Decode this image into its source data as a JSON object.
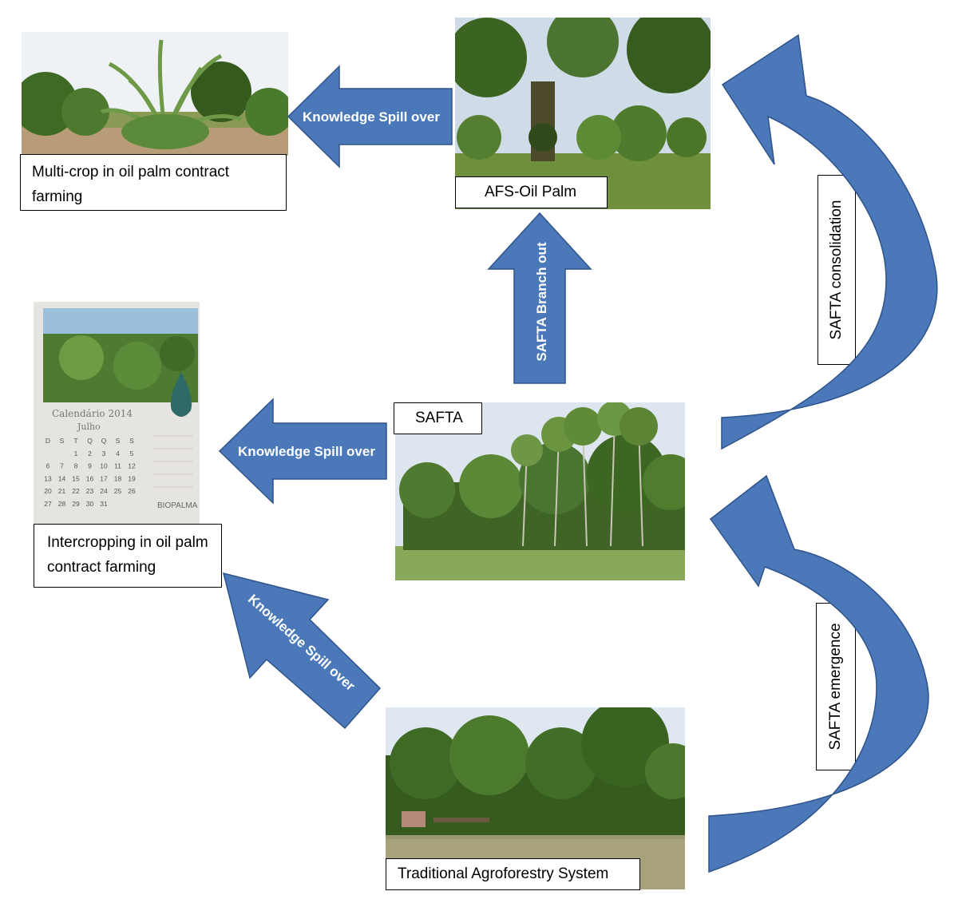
{
  "nodes": {
    "multicrop": {
      "caption": "Multi-crop in oil palm contract farming"
    },
    "afs_oil_palm": {
      "caption": "AFS-Oil Palm"
    },
    "intercropping": {
      "caption": "Intercropping in oil palm contract farming"
    },
    "safta": {
      "caption": "SAFTA"
    },
    "traditional": {
      "caption": "Traditional Agroforestry System"
    }
  },
  "calendar": {
    "title": "Calendário 2014",
    "month": "Julho",
    "brand": "BIOPALMA",
    "weekdays": [
      "D",
      "S",
      "T",
      "Q",
      "Q",
      "S",
      "S"
    ],
    "rows": [
      [
        "",
        "",
        "1",
        "2",
        "3",
        "4",
        "5"
      ],
      [
        "6",
        "7",
        "8",
        "9",
        "10",
        "11",
        "12"
      ],
      [
        "13",
        "14",
        "15",
        "16",
        "17",
        "18",
        "19"
      ],
      [
        "20",
        "21",
        "22",
        "23",
        "24",
        "25",
        "26"
      ],
      [
        "27",
        "28",
        "29",
        "30",
        "31",
        "",
        ""
      ]
    ]
  },
  "arrows": {
    "afs_to_multicrop": "Knowledge Spill over",
    "safta_to_afs": "SAFTA Branch out",
    "safta_to_intercropping": "Knowledge Spill over",
    "traditional_to_intercropping": "Knowledge Spill over",
    "safta_to_afs_curve": "SAFTA consolidation",
    "traditional_to_safta_curve": "SAFTA emergence"
  },
  "colors": {
    "arrow_fill": "#4a78b8",
    "arrow_stroke": "#2f538a",
    "vegetation_dark": "#2f5a1e",
    "vegetation_light": "#8fb25a",
    "sky": "#dfe8f2",
    "soil": "#b89c78"
  }
}
